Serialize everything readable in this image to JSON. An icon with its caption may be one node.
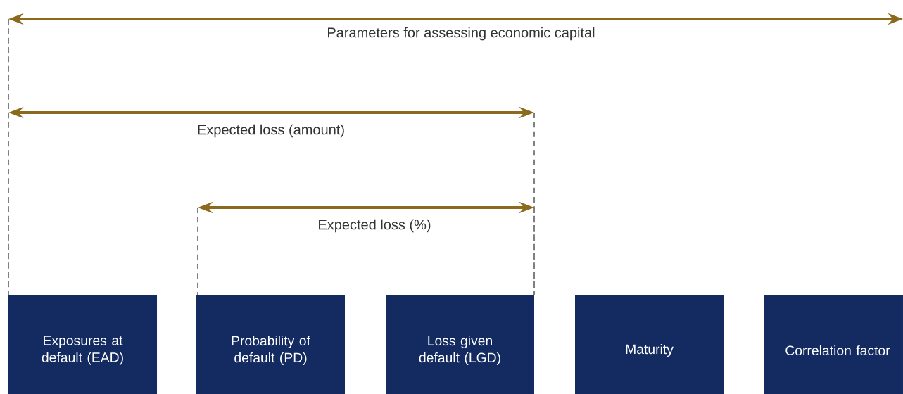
{
  "diagram": {
    "nodes": [
      {
        "text": [
          "Exposures at default (EAD)"
        ]
      },
      {
        "text": [
          "Probability of default (PD)"
        ]
      },
      {
        "text": [
          "Loss given default (LGD)"
        ]
      },
      {
        "text": [
          "Maturity"
        ]
      },
      {
        "text": [
          "Correlation factor"
        ]
      }
    ],
    "labels": [
      "Parameters for assessing economic capital",
      "Expected loss (amount)",
      "Expected loss (%)"
    ]
  }
}
